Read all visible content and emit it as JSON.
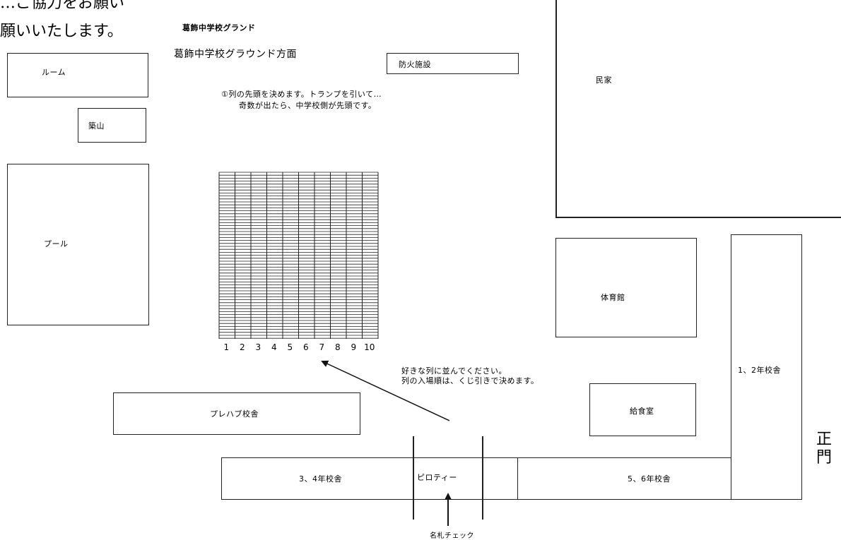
{
  "header": {
    "top_line_text": "…ご協力をお願い",
    "second_line_text": "願いいたします。",
    "small_title": "葛飾中学校グランド",
    "serif_title": "葛飾中学校グラウンド方面"
  },
  "instructions": {
    "line1": "①列の先頭を決めます。トランプを引いて…",
    "line2": "奇数が出たら、中学校側が先頭です。",
    "arrow_note_line1": "好きな列に並んでください。",
    "arrow_note_line2": "列の入場順は、くじ引きで決めます。"
  },
  "buildings": {
    "room": "ルーム",
    "tsukiyama": "築山",
    "pool": "プール",
    "bousai": "防火施設",
    "minka": "民家",
    "gym": "体育館",
    "grade12": "1、2年校舎",
    "kyushoku": "給食室",
    "prefab": "プレハブ校舎",
    "grade34": "3、4年校舎",
    "piloti": "ピロティー",
    "grade56": "5、6年校舎",
    "seimon": "正門",
    "nafuda": "名札チェック"
  },
  "grid": {
    "column_numbers": [
      "1",
      "2",
      "3",
      "4",
      "5",
      "6",
      "7",
      "8",
      "9",
      "10"
    ]
  }
}
